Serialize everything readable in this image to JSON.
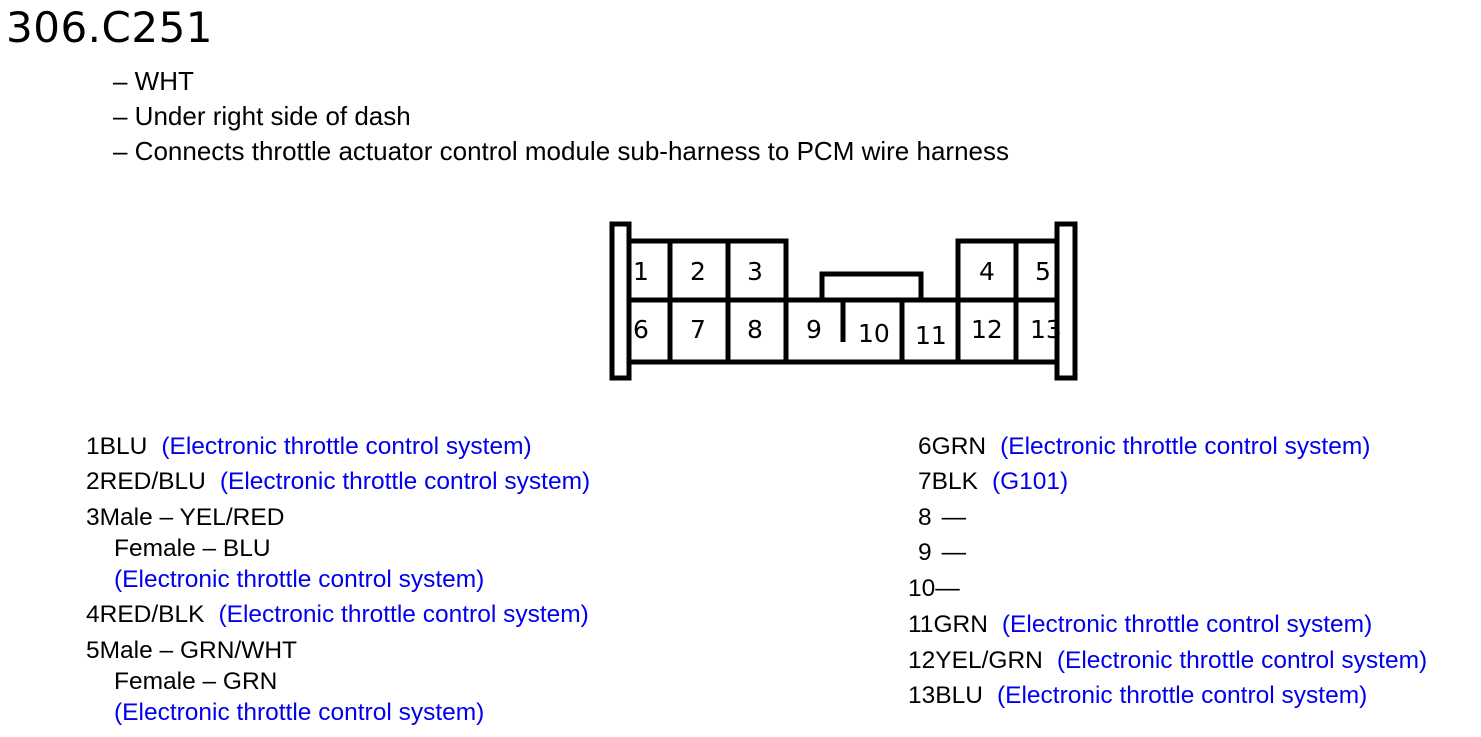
{
  "connector": {
    "title": "306.C251",
    "details": [
      "– WHT",
      "– Under right side of dash",
      "– Connects throttle actuator control module sub-harness to PCM wire harness"
    ],
    "pins": [
      "1",
      "2",
      "3",
      "4",
      "5",
      "6",
      "7",
      "8",
      "9",
      "10",
      "11",
      "12",
      "13"
    ]
  },
  "pinout": {
    "left": [
      {
        "pin": "1",
        "wire": "BLU",
        "circuit": "(Electronic throttle control system)"
      },
      {
        "pin": "2",
        "wire": "RED/BLU",
        "circuit": "(Electronic throttle control system)"
      },
      {
        "pin": "3",
        "wire": "Male – YEL/RED",
        "female": "Female – BLU",
        "circuit": "(Electronic throttle control system)"
      },
      {
        "pin": "4",
        "wire": "RED/BLK",
        "circuit": "(Electronic throttle control system)"
      },
      {
        "pin": "5",
        "wire": "Male – GRN/WHT",
        "female": "Female – GRN",
        "circuit": "(Electronic throttle control system)"
      }
    ],
    "right": [
      {
        "pin": "6",
        "wire": "GRN",
        "circuit": "(Electronic throttle control system)"
      },
      {
        "pin": "7",
        "wire": "BLK",
        "circuit": "(G101)"
      },
      {
        "pin": "8",
        "wire": "—",
        "circuit": ""
      },
      {
        "pin": "9",
        "wire": "—",
        "circuit": ""
      },
      {
        "pin": "10",
        "wire": "—",
        "circuit": ""
      },
      {
        "pin": "11",
        "wire": "GRN",
        "circuit": "(Electronic throttle control system)"
      },
      {
        "pin": "12",
        "wire": "YEL/GRN",
        "circuit": "(Electronic throttle control system)"
      },
      {
        "pin": "13",
        "wire": "BLU",
        "circuit": "(Electronic throttle control system)"
      }
    ]
  },
  "colors": {
    "text": "#000000",
    "circuit_link": "#0000ee",
    "outline": "#000000"
  }
}
